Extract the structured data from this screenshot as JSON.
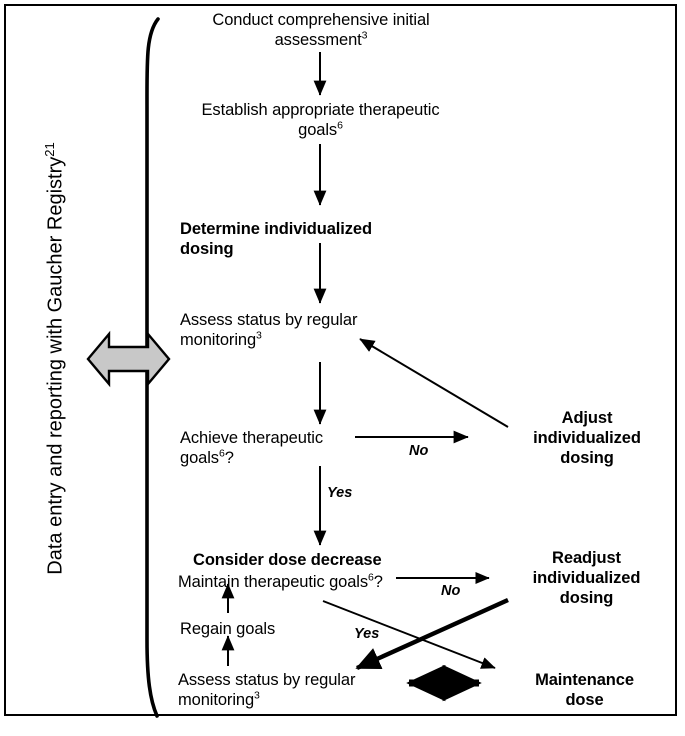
{
  "figure": {
    "type": "flowchart",
    "title": "Gaucher disease individualized dosing treatment algorithm",
    "side_label": {
      "text": "Data entry and reporting with Gaucher Registry",
      "superscript": "21",
      "orientation": "vertical-rotated-90-ccw"
    },
    "colors": {
      "background": "#ffffff",
      "stroke": "#000000",
      "gray_arrow_fill": "#c8c8c8",
      "gray_arrow_stroke": "#000000",
      "frame": "#000000"
    }
  },
  "nodes": [
    {
      "id": "conduct-assessment",
      "line1": "Conduct comprehensive initial",
      "line2": "assessment",
      "superscript": "3",
      "bold": false,
      "align": "center"
    },
    {
      "id": "establish-goals",
      "line1": "Establish appropriate therapeutic",
      "line2": "goals",
      "superscript": "6",
      "bold": false,
      "align": "center"
    },
    {
      "id": "determine-dosing",
      "line1": "Determine individualized",
      "line2": "dosing",
      "superscript": "",
      "bold": true,
      "align": "left"
    },
    {
      "id": "assess-status-top",
      "line1": "Assess status by regular",
      "line2": "monitoring",
      "superscript": "3",
      "bold": false,
      "align": "left"
    },
    {
      "id": "achieve-goals",
      "line1": "Achieve therapeutic",
      "line2": "goals",
      "superscript": "6",
      "suffix": "?",
      "bold": false,
      "align": "left"
    },
    {
      "id": "adjust-dosing",
      "line1": "Adjust",
      "line2": "individualized",
      "line3": "dosing",
      "bold": true,
      "align": "center"
    },
    {
      "id": "consider-dose-decrease",
      "line1": "Consider dose decrease",
      "bold": true,
      "align": "left"
    },
    {
      "id": "maintain-goals",
      "line1": "Maintain therapeutic goals",
      "superscript": "6",
      "suffix": "?",
      "bold": false,
      "align": "left"
    },
    {
      "id": "readjust-dosing",
      "line1": "Readjust",
      "line2": "individualized",
      "line3": "dosing",
      "bold": true,
      "align": "center"
    },
    {
      "id": "regain-goals",
      "line1": "Regain goals",
      "bold": false,
      "align": "left"
    },
    {
      "id": "assess-status-bottom",
      "line1": "Assess status by regular",
      "line2": "monitoring",
      "superscript": "3",
      "bold": false,
      "align": "left"
    },
    {
      "id": "maintenance-dose",
      "line1": "Maintenance",
      "line2": "dose",
      "bold": true,
      "align": "center"
    }
  ],
  "edge_labels": [
    {
      "id": "no-achieve",
      "text": "No"
    },
    {
      "id": "yes-achieve",
      "text": "Yes"
    },
    {
      "id": "no-maintain",
      "text": "No"
    },
    {
      "id": "yes-maintain",
      "text": "Yes"
    }
  ],
  "edges": [
    {
      "from": "conduct-assessment",
      "to": "establish-goals",
      "label": "",
      "style": "thin-down"
    },
    {
      "from": "establish-goals",
      "to": "determine-dosing",
      "label": "",
      "style": "thin-down"
    },
    {
      "from": "determine-dosing",
      "to": "assess-status-top",
      "label": "",
      "style": "thin-down"
    },
    {
      "from": "assess-status-top",
      "to": "achieve-goals",
      "label": "",
      "style": "thin-down"
    },
    {
      "from": "achieve-goals",
      "to": "adjust-dosing",
      "label": "No",
      "style": "thin-right"
    },
    {
      "from": "adjust-dosing",
      "to": "assess-status-top",
      "label": "",
      "style": "thin-diagonal-up-left"
    },
    {
      "from": "achieve-goals",
      "to": "consider-dose-decrease",
      "label": "Yes",
      "style": "thin-down"
    },
    {
      "from": "maintain-goals",
      "to": "readjust-dosing",
      "label": "No",
      "style": "thin-right"
    },
    {
      "from": "maintain-goals",
      "to": "maintenance-dose",
      "label": "Yes",
      "style": "thin-diagonal-down-right"
    },
    {
      "from": "readjust-dosing",
      "to": "assess-status-bottom",
      "label": "",
      "style": "thick-diagonal-down-left"
    },
    {
      "from": "assess-status-bottom",
      "to": "regain-goals",
      "label": "",
      "style": "thin-up"
    },
    {
      "from": "regain-goals",
      "to": "maintain-goals",
      "label": "",
      "style": "thin-up"
    },
    {
      "from": "assess-status-bottom",
      "to": "maintenance-dose",
      "label": "",
      "style": "thick-double-horizontal"
    }
  ],
  "gray_arrow": {
    "id": "registry-exchange-arrow",
    "direction": "double-horizontal",
    "fill": "#c8c8c8"
  },
  "brace": {
    "id": "vertical-brace",
    "description": "tall curved vertical bracket spanning the flowchart"
  }
}
